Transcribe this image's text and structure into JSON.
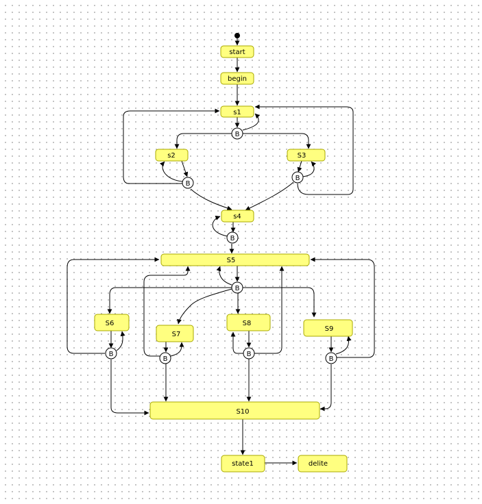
{
  "states": {
    "start": "start",
    "begin": "begin",
    "s1": "s1",
    "s2": "s2",
    "S3": "S3",
    "s4": "s4",
    "S5": "S5",
    "S6": "S6",
    "S7": "S7",
    "S8": "S8",
    "S9": "S9",
    "S10": "S10",
    "state1": "state1",
    "delite": "delite"
  },
  "branch_label": "B",
  "colors": {
    "state_fill": "#ffff80",
    "state_border": "#a8a800",
    "grid_dot": "#b4b4b4",
    "edge": "#000000"
  }
}
